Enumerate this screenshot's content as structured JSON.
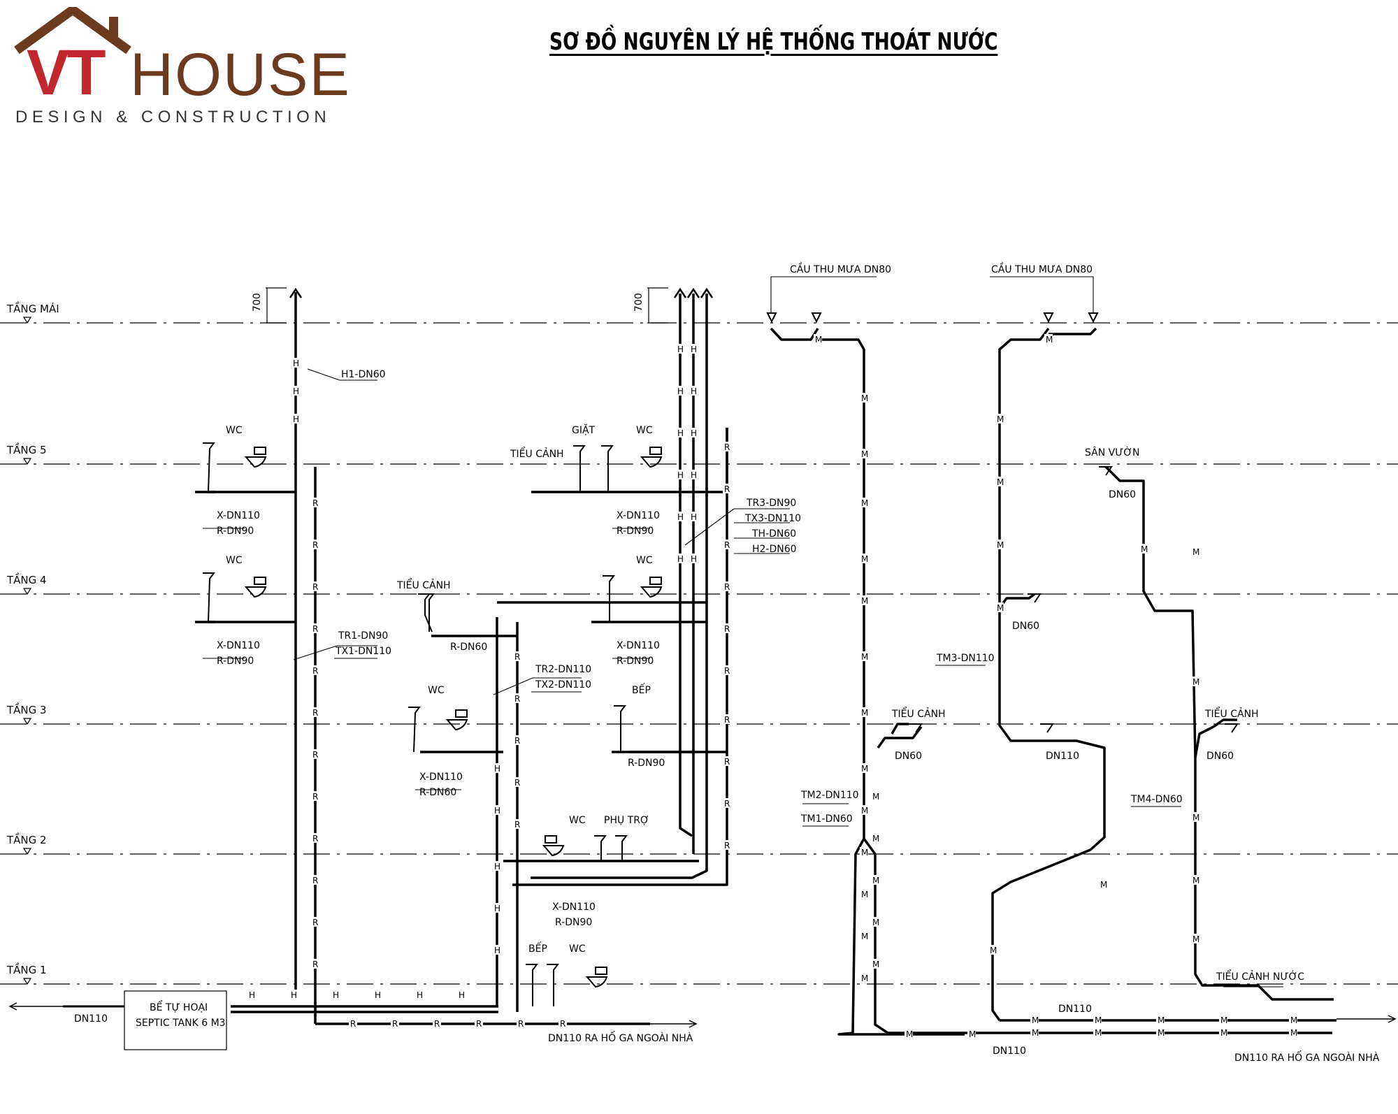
{
  "brand": {
    "logo_short": "VT",
    "logo_word": "HOUSE",
    "tagline": "DESIGN & CONSTRUCTION",
    "colors": {
      "red": "#c2272d",
      "brown": "#6b3a1f"
    }
  },
  "title": "SƠ ĐỒ NGUYÊN LÝ HỆ THỐNG THOÁT NƯỚC",
  "levels": [
    "TẦNG MÁI",
    "TẦNG 5",
    "TẦNG 4",
    "TẦNG 3",
    "TẦNG 2",
    "TẦNG 1"
  ],
  "dim_700": "700",
  "rooms": {
    "wc": "WC",
    "giat": "GIẶT",
    "tieu_canh": "TIỂU CẢNH",
    "bep": "BẾP",
    "phu_tro": "PHỤ TRỢ",
    "san_vuon": "SÂN VƯỜN",
    "tieu_canh_nuoc": "TIỂU CẢNH NƯỚC"
  },
  "pipes": {
    "x_dn110": "X-DN110",
    "r_dn90": "R-DN90",
    "r_dn60": "R-DN60",
    "h1": "H1-DN60",
    "tr1": "TR1-DN90",
    "tx1": "TX1-DN110",
    "tr2": "TR2-DN110",
    "tx2": "TX2-DN110",
    "tr3": "TR3-DN90",
    "tx3": "TX3-DN110",
    "th": "TH-DN60",
    "h2": "H2-DN60",
    "tm1": "TM1-DN60",
    "tm2": "TM2-DN110",
    "tm3": "TM3-DN110",
    "tm4": "TM4-DN60",
    "dn60": "DN60",
    "dn110": "DN110"
  },
  "rain_heads": [
    "CẦU THU MƯA DN80",
    "CẦU THU MƯA DN80"
  ],
  "septic": {
    "line1": "BỂ TỰ HOẠI",
    "line2": "SEPTIC TANK 6 M3"
  },
  "outlets": {
    "house": "DN110 RA HỐ GA NGOÀI NHÀ",
    "left_size": "DN110"
  },
  "markers": {
    "r": "R",
    "h": "H",
    "m": "M"
  }
}
